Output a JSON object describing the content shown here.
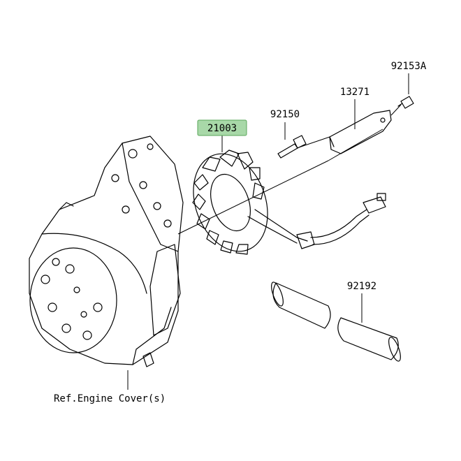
{
  "callouts": {
    "part_21003": "21003",
    "part_92150": "92150",
    "part_13271": "13271",
    "part_92153A": "92153A",
    "part_92192": "92192",
    "ref_engine_cover": "Ref.Engine Cover(s)"
  },
  "colors": {
    "highlight_fill": "#a8d8a8",
    "highlight_stroke": "#5aa65a",
    "line": "#000000",
    "background": "#ffffff"
  }
}
